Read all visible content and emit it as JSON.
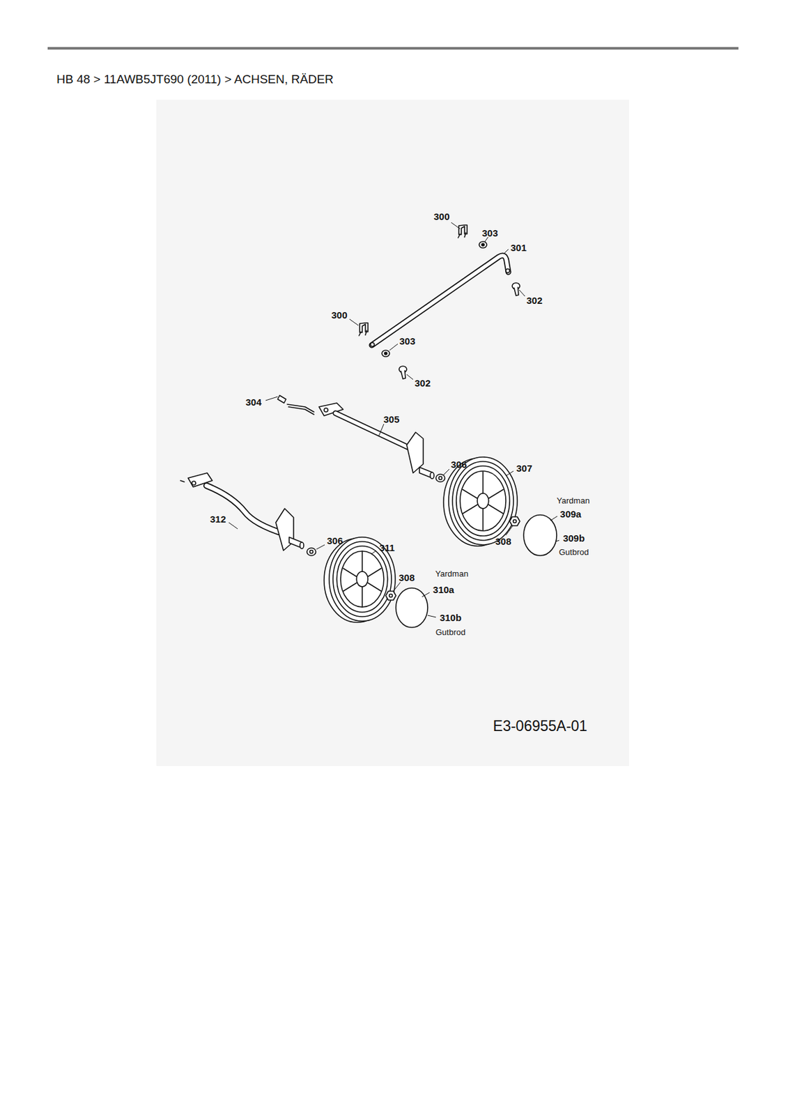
{
  "diagram": {
    "title": "HB 48  >  11AWB5JT690 (2011)  >  ACHSEN, RÄDER",
    "labels": [
      "300",
      "303",
      "301",
      "302",
      "300",
      "303",
      "302",
      "304",
      "305",
      "306",
      "307",
      "312",
      "306",
      "311",
      "Yardman",
      "309a",
      "309b",
      "Gutbrod",
      "308",
      "308",
      "Yardman",
      "310a",
      "310b",
      "Gutbrod",
      "E3-06955A-01"
    ]
  }
}
